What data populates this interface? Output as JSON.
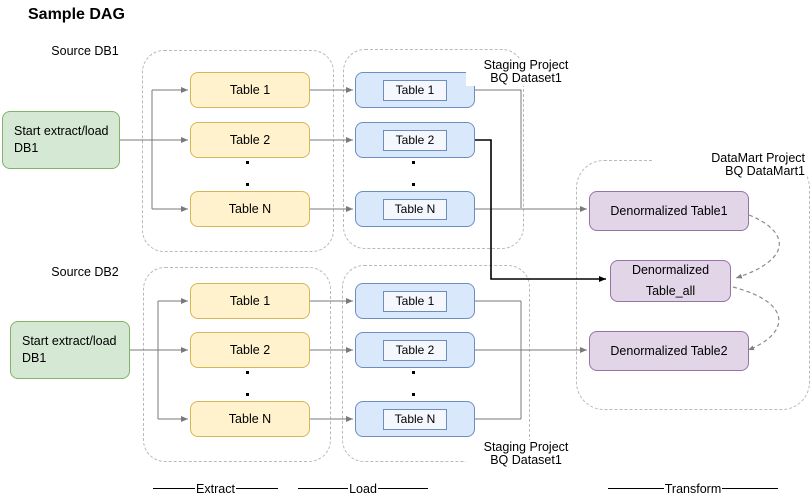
{
  "title": "Sample DAG",
  "stage_labels": {
    "extract": "Extract",
    "load": "Load",
    "transform": "Transform"
  },
  "icons": {
    "ellipsis_dot": "small-black-square-dot",
    "arrowhead": "triangle-arrowhead"
  },
  "colors": {
    "start_fill": "#d5e8d4",
    "start_stroke": "#82b366",
    "extract_fill": "#fff2cc",
    "extract_stroke": "#d6b656",
    "load_fill": "#dae8fc",
    "load_stroke": "#6c8ebf",
    "datamart_fill": "#e1d5e7",
    "datamart_stroke": "#9673a6",
    "connector": "#7a7a7a",
    "connector_emphasis": "#000000",
    "container_border": "#b9b9b9"
  },
  "pipelines": [
    {
      "source_label": "Source DB1",
      "start_line1": "Start extract/load",
      "start_line2": "DB1",
      "extract_tables": [
        "Table 1",
        "Table 2",
        "Table N"
      ],
      "load_tables": [
        "Table 1",
        "Table 2",
        "Table N"
      ],
      "staging_line1": "Staging Project",
      "staging_line2": "BQ Dataset1"
    },
    {
      "source_label": "Source DB2",
      "start_line1": "Start extract/load",
      "start_line2": "DB1",
      "extract_tables": [
        "Table 1",
        "Table 2",
        "Table N"
      ],
      "load_tables": [
        "Table 1",
        "Table 2",
        "Table N"
      ],
      "staging_line1": "Staging Project",
      "staging_line2": "BQ Dataset1"
    }
  ],
  "datamart": {
    "label_line1": "DataMart Project",
    "label_line2": "BQ DataMart1",
    "table1": "Denormalized Table1",
    "table_all_line1": "Denormalized",
    "table_all_line2": "Table_all",
    "table2": "Denormalized Table2"
  }
}
